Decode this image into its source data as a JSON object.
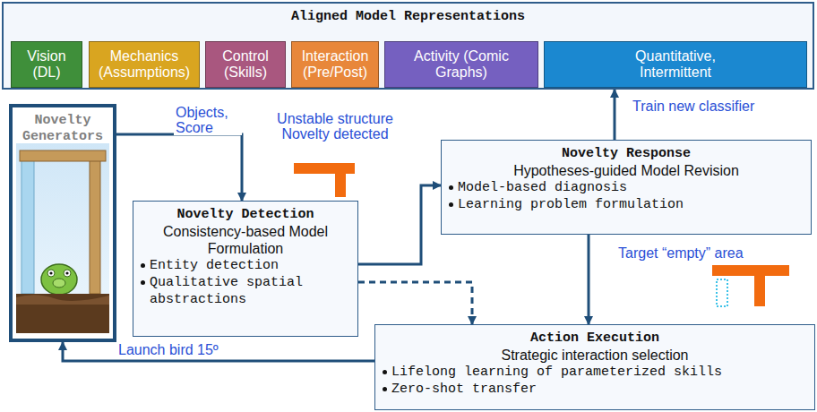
{
  "diagram": {
    "nodes": [
      {
        "text": [
          "Aligned Model Representations"
        ]
      },
      {
        "text": [
          "Vision (DL)"
        ],
        "in": 0
      },
      {
        "text": [
          "Mechanics (Assumptions)"
        ],
        "in": 0
      },
      {
        "text": [
          "Control (Skills)"
        ],
        "in": 0
      },
      {
        "text": [
          "Interaction (Pre/Post)"
        ],
        "in": 0
      },
      {
        "text": [
          "Activity (Comic Graphs)"
        ],
        "in": 0
      },
      {
        "text": [
          "Quantitative, Intermittent"
        ],
        "in": 0
      },
      {
        "text": [
          "Novelty Generators"
        ]
      },
      {
        "text": [
          "Novelty Detection",
          "Consistency-based Model Formulation",
          "Entity detection",
          "Qualitative spatial abstractions"
        ]
      },
      {
        "text": [
          "Novelty Response",
          "Hypotheses-guided Model Revision",
          "Model-based diagnosis",
          "Learning problem formulation"
        ]
      },
      {
        "text": [
          "Action Execution",
          "Strategic interaction selection",
          "Lifelong learning of parameterized skills",
          "Zero-shot transfer"
        ]
      }
    ],
    "edges": [
      {
        "from": 7,
        "to": 8,
        "arrow": "to",
        "label": "Objects, Score"
      },
      {
        "from": 8,
        "to": 9,
        "arrow": "to"
      },
      {
        "from": 8,
        "to": 10,
        "arrow": "to"
      },
      {
        "from": 9,
        "to": 0,
        "arrow": "to",
        "label": "Train new classifier"
      },
      {
        "from": 9,
        "to": 10,
        "arrow": "to"
      },
      {
        "from": 10,
        "to": 7,
        "arrow": "to",
        "label": "Launch bird 15º"
      }
    ],
    "labels": [
      "Unstable structure Novelty detected",
      "Target “empty” area"
    ]
  }
}
